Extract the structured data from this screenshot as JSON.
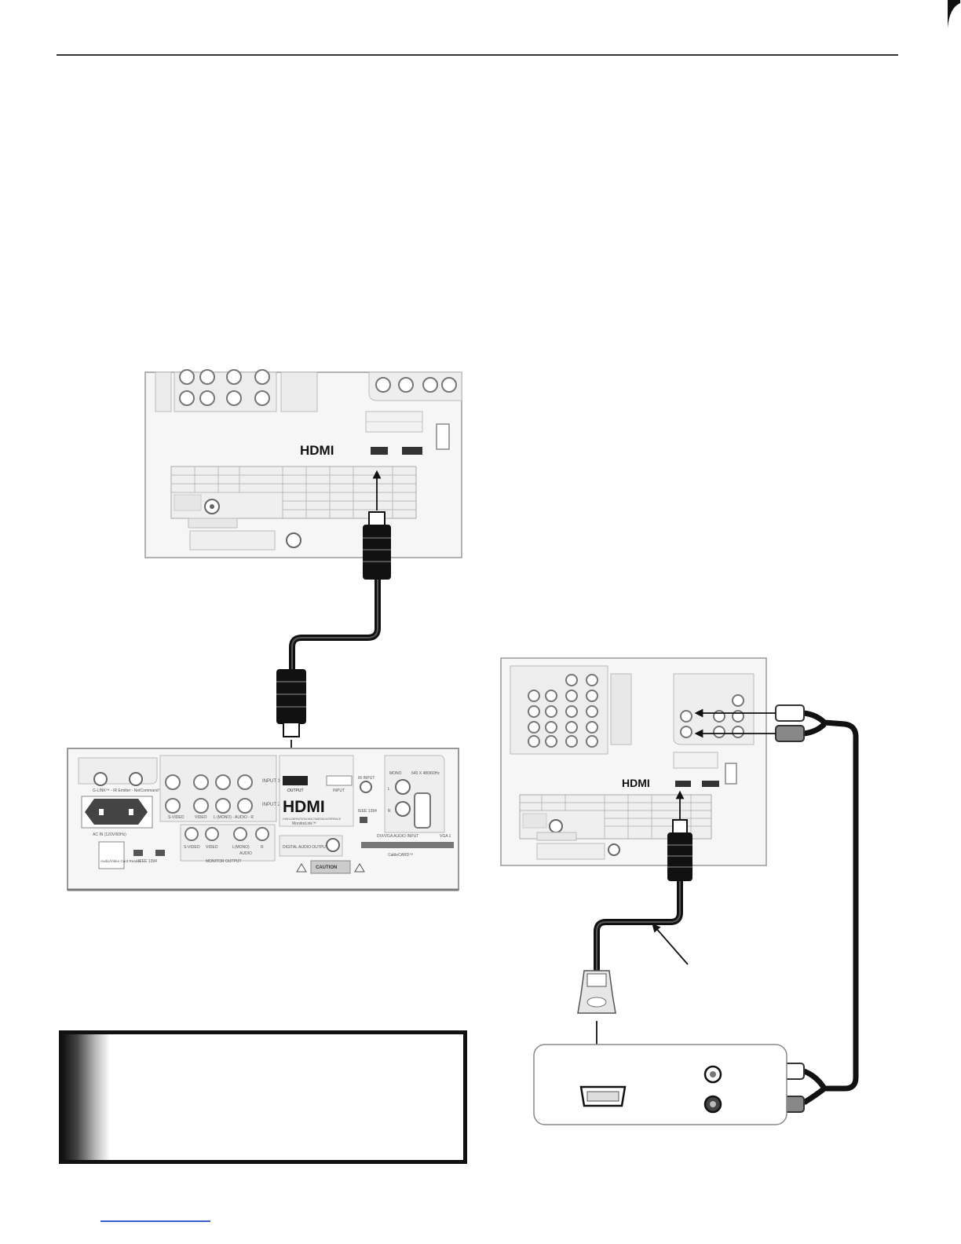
{
  "brand": {
    "hdmi_logo": "HDMI",
    "hdmi_tagline": "HIGH-DEFINITION MULTIMEDIA INTERFACE"
  },
  "receiver_panel": {
    "input1": "INPUT 1",
    "input2": "INPUT 2",
    "output": "OUTPUT",
    "input": "INPUT",
    "monitorlink": "MonitorLink™",
    "ir_input": "IR INPUT",
    "ieee": "IEEE 1394",
    "svideo": "S-VIDEO",
    "video": "VIDEO",
    "laudior": "L (MONO) - AUDIO - R",
    "lmono": "L(MONO)",
    "r": "R",
    "audio": "AUDIO",
    "monitor_output": "MONITOR OUTPUT",
    "digital_audio": "DIGITAL AUDIO OUTPUT",
    "dvi_vga_audio": "DVI/VGA AUDIO INPUT",
    "vga": "VGA 1",
    "cablecard": "CableCARD™",
    "caution": "CAUTION",
    "ac_in": "AC IN (120V/60Hz)",
    "card_reader": "Audio/Video Card Reader",
    "netcommand": "G-LINK™ - IR Emitter - NetCommand™",
    "mono": "MONO",
    "l": "L",
    "res": "640 X 480/60Hz"
  },
  "colors": {
    "cable": "#1a1a1a",
    "panel": "#f4f4f4",
    "panel_stroke": "#9a9a9a",
    "note_border": "#111111"
  }
}
